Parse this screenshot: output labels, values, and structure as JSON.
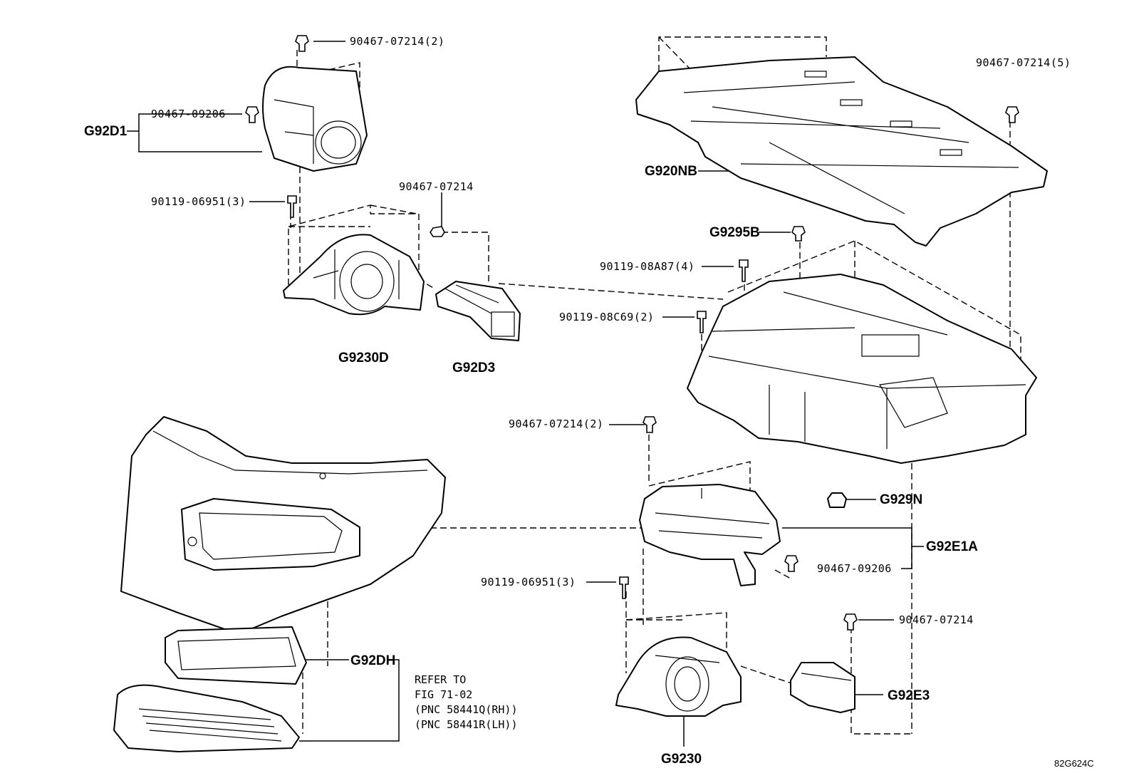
{
  "labels": {
    "clip_top": "90467-07214(2)",
    "clip_g92d1": "90467-09206",
    "code_g92d1": "G92D1",
    "bolt_left": "90119-06951(3)",
    "clip_g92d3": "90467-07214",
    "code_g9230d": "G9230D",
    "code_g92d3": "G92D3",
    "code_g920nb": "G920NB",
    "clip_right_top": "90467-07214(5)",
    "code_g9295b": "G9295B",
    "bolt_a87": "90119-08A87(4)",
    "bolt_c69": "90119-08C69(2)",
    "clip_mid": "90467-07214(2)",
    "code_g929n": "G929N",
    "code_g92e1a": "G92E1A",
    "clip_g92e1a": "90467-09206",
    "bolt_bottom": "90119-06951(3)",
    "clip_g92e3": "90467-07214",
    "code_g92dh": "G92DH",
    "code_g92e3": "G92E3",
    "code_g9230": "G9230",
    "refer_line1": "REFER TO",
    "refer_line2": "FIG 71-02",
    "refer_line3": "(PNC 58441Q(RH))",
    "refer_line4": "(PNC 58441R(LH))",
    "sheet_id": "82G624C"
  }
}
